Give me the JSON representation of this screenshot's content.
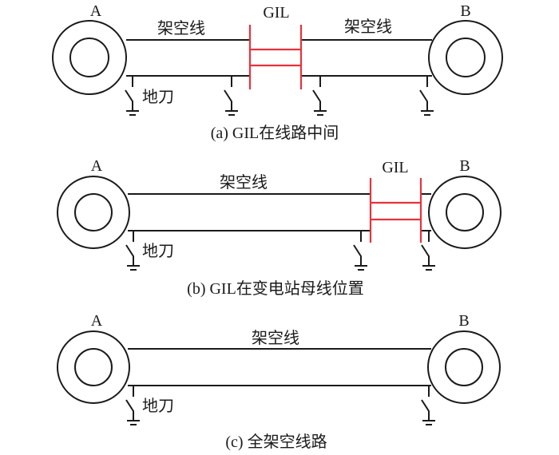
{
  "colors": {
    "line": "#1a1a1a",
    "gil": "#e8323c",
    "background": "#ffffff"
  },
  "labels": {
    "node_a": "A",
    "node_b": "B",
    "overhead_line": "架空线",
    "gil": "GIL",
    "ground_switch": "地刀"
  },
  "panels": [
    {
      "id": "a",
      "caption": "(a) GIL在线路中间",
      "gil_position": "middle",
      "segments": [
        "架空线",
        "GIL",
        "架空线"
      ],
      "ground_switch_count": 4
    },
    {
      "id": "b",
      "caption": "(b) GIL在变电站母线位置",
      "gil_position": "substation-busbar-B",
      "segments": [
        "架空线",
        "GIL"
      ],
      "ground_switch_count": 3
    },
    {
      "id": "c",
      "caption": "(c) 全架空线路",
      "gil_position": "none",
      "segments": [
        "架空线"
      ],
      "ground_switch_count": 2
    }
  ]
}
